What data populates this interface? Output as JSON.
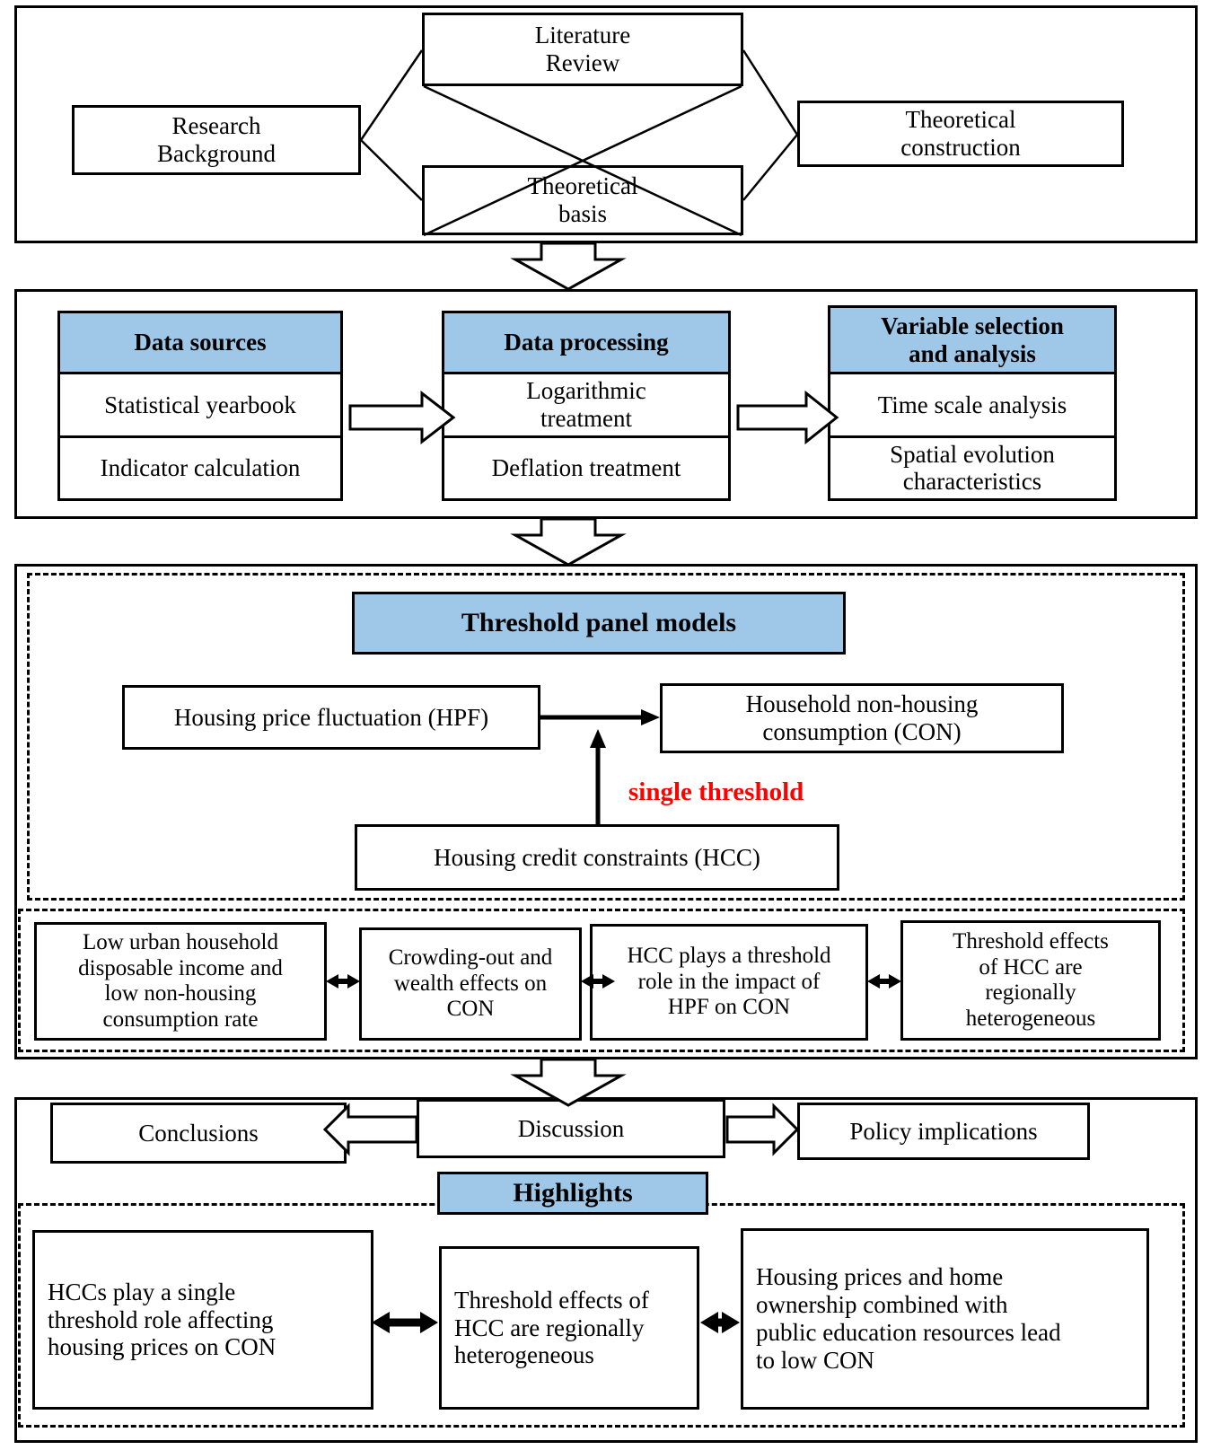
{
  "meta": {
    "title": "Research framework flowchart",
    "accent_blue": "#9ec7e8",
    "annotation_red": "#ff0000",
    "line_color": "#000000"
  },
  "section1": {
    "boxes": {
      "research_background": "Research\nBackground",
      "literature_review": "Literature\nReview",
      "theoretical_basis": "Theoretical\nbasis",
      "theoretical_construction": "Theoretical\nconstruction"
    }
  },
  "section2": {
    "groups": [
      {
        "header": "Data sources",
        "rows": [
          "Statistical yearbook",
          "Indicator calculation"
        ]
      },
      {
        "header": "Data processing",
        "rows": [
          "Logarithmic\ntreatment",
          "Deflation treatment"
        ]
      },
      {
        "header": "Variable selection\nand analysis",
        "rows": [
          "Time scale analysis",
          "Spatial evolution\ncharacteristics"
        ]
      }
    ]
  },
  "section3": {
    "title": "Threshold panel models",
    "hpf": "Housing price fluctuation (HPF)",
    "con": "Household non-housing\nconsumption (CON)",
    "hcc": "Housing credit constraints (HCC)",
    "threshold_label": "single threshold",
    "findings": [
      "Low urban household\ndisposable income and\nlow non-housing\nconsumption rate",
      "Crowding-out and\nwealth effects on\nCON",
      "HCC plays a threshold\nrole in the impact of\nHPF on CON",
      "Threshold effects\nof HCC are\nregionally\nheterogeneous"
    ]
  },
  "section4": {
    "conclusions": "Conclusions",
    "discussion": "Discussion",
    "policy_implications": "Policy implications",
    "highlights_title": "Highlights",
    "highlights": [
      "HCCs play a single\nthreshold role affecting\nhousing prices on CON",
      "Threshold effects of\nHCC are regionally\nheterogeneous",
      "Housing prices and home\nownership combined with\npublic education resources lead\nto low CON"
    ]
  }
}
